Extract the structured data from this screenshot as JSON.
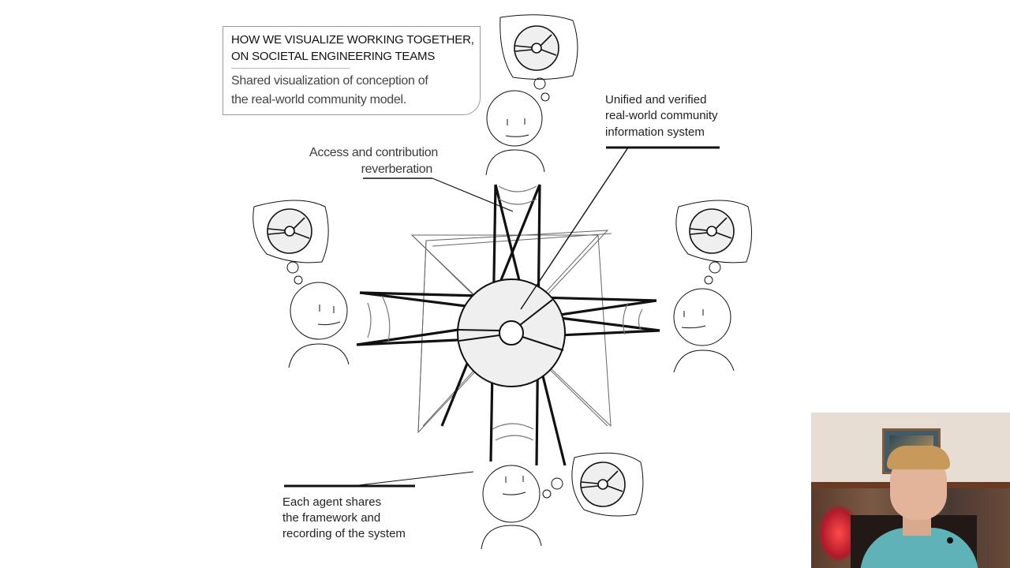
{
  "title_box": {
    "title_lines": [
      "HOW WE VISUALIZE WORKING TOGETHER,",
      "ON SOCIETAL ENGINEERING TEAMS"
    ],
    "subtitle_lines": [
      "Shared visualization of conception of",
      "the real-world community model."
    ]
  },
  "annotations": {
    "reverberation": [
      "Access and contribution",
      "reverberation"
    ],
    "system": [
      "Unified and verified",
      "real-world community",
      "information system"
    ],
    "agents": [
      "Each agent shares",
      "the framework and",
      "recording of the system"
    ]
  },
  "diagram": {
    "agents": [
      "agent-top",
      "agent-left",
      "agent-right",
      "agent-bottom"
    ],
    "central_model": "shared-community-model-wheel",
    "line_color": "#111111",
    "light_line_color": "#555555",
    "wheel_fill": "#efefef"
  },
  "webcam": {
    "description_icon": "presenter-webcam"
  }
}
